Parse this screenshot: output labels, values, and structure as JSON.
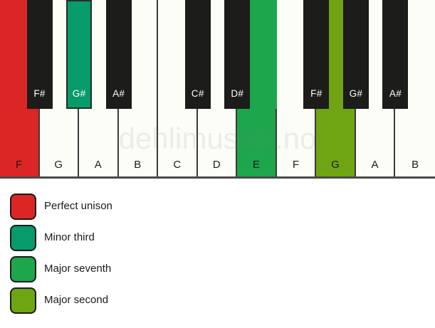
{
  "colors": {
    "white_key": "#fdfdf8",
    "black_key": "#1c1c1a",
    "outline": "#3a3a3a",
    "perfect_unison": "#DC2626",
    "minor_third": "#079A6B",
    "major_seventh": "#1DA64C",
    "major_second": "#6FA512"
  },
  "watermark": {
    "text": "dehlimusikk.no"
  },
  "keyboard": {
    "white_keys": [
      {
        "label": "F",
        "highlight": "perfect_unison"
      },
      {
        "label": "G",
        "highlight": null
      },
      {
        "label": "A",
        "highlight": null
      },
      {
        "label": "B",
        "highlight": null
      },
      {
        "label": "C",
        "highlight": null
      },
      {
        "label": "D",
        "highlight": null
      },
      {
        "label": "E",
        "highlight": "major_seventh"
      },
      {
        "label": "F",
        "highlight": null
      },
      {
        "label": "G",
        "highlight": "major_second"
      },
      {
        "label": "A",
        "highlight": null
      },
      {
        "label": "B",
        "highlight": null
      }
    ],
    "black_keys": [
      {
        "label": "F#",
        "highlight": null
      },
      {
        "label": "G#",
        "highlight": "minor_third"
      },
      {
        "label": "A#",
        "highlight": null
      },
      {
        "label": "C#",
        "highlight": null
      },
      {
        "label": "D#",
        "highlight": null
      },
      {
        "label": "F#",
        "highlight": null
      },
      {
        "label": "G#",
        "highlight": null
      },
      {
        "label": "A#",
        "highlight": null
      }
    ]
  },
  "legend": {
    "items": [
      {
        "label": "Perfect unison",
        "color": "#DC2626"
      },
      {
        "label": "Minor third",
        "color": "#079A6B"
      },
      {
        "label": "Major seventh",
        "color": "#1DA64C"
      },
      {
        "label": "Major second",
        "color": "#6FA512"
      }
    ]
  }
}
